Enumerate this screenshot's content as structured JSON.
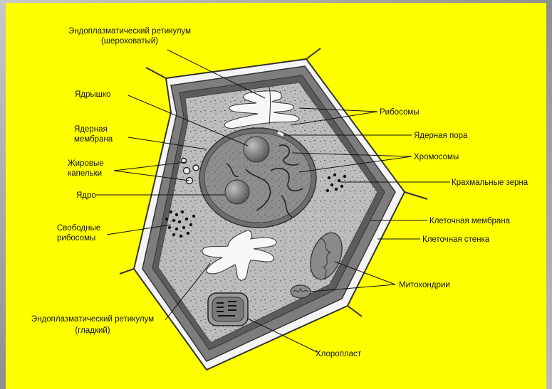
{
  "colors": {
    "panel": "#ffff00",
    "frame": "#9a9a9a",
    "cell_wall": "#7d7d7d",
    "cytoplasm": "#bdbdbd",
    "nucleus": "#8c8c8c",
    "organelle": "#666666"
  },
  "labels": {
    "er_rough_1": "Эндоплазматический ретикулум",
    "er_rough_2": "(шероховатый)",
    "nucleolus": "Ядрышко",
    "nuclear_membrane_1": "Ядерная",
    "nuclear_membrane_2": "мембрана",
    "lipid_droplets_1": "Жировые",
    "lipid_droplets_2": "капельки",
    "nucleus": "Ядро",
    "free_ribosomes_1": "Свободные",
    "free_ribosomes_2": "рибосомы",
    "er_smooth_1": "Эндоплазматический ретикулум",
    "er_smooth_2": "(гладкий)",
    "ribosomes": "Рибосомы",
    "nuclear_pore": "Ядерная пора",
    "chromosomes": "Хромосомы",
    "starch_grains": "Крахмальные зерна",
    "cell_membrane": "Клеточная мембрана",
    "cell_wall": "Клеточная стенка",
    "mitochondria": "Митохондрии",
    "chloroplast": "Хлоропласт"
  }
}
